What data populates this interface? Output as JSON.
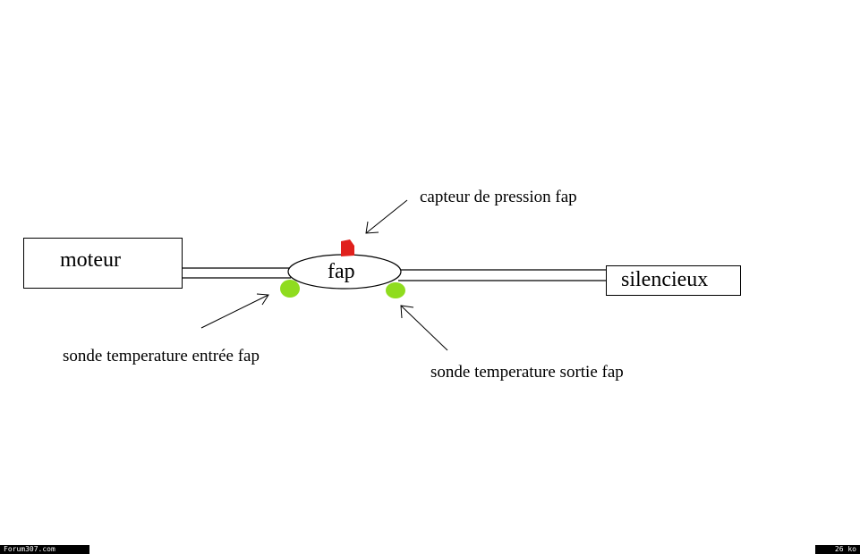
{
  "nodes": {
    "moteur": "moteur",
    "fap": "fap",
    "silencieux": "silencieux"
  },
  "annotations": {
    "pressure_sensor": "capteur de pression fap",
    "temp_inlet": "sonde temperature entrée fap",
    "temp_outlet": "sonde temperature sortie fap"
  },
  "footer": {
    "site": "Forum307.com",
    "size": "26 ko"
  },
  "colors": {
    "pressure_sensor": "#e0201c",
    "temp_sensor": "#8fdc1e",
    "line": "#000000",
    "background": "#ffffff"
  }
}
